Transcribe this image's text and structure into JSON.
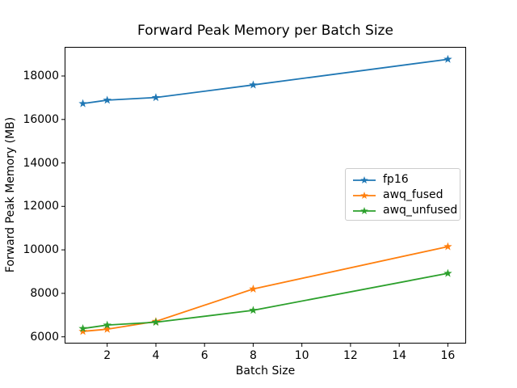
{
  "chart_data": {
    "type": "line",
    "title": "Forward Peak Memory per Batch Size",
    "xlabel": "Batch Size",
    "ylabel": "Forward Peak Memory (MB)",
    "x": [
      1,
      2,
      4,
      8,
      16
    ],
    "series": [
      {
        "name": "fp16",
        "color": "#1f77b4",
        "marker": "star",
        "values": [
          16730,
          16890,
          17010,
          17590,
          18770
        ]
      },
      {
        "name": "awq_fused",
        "color": "#ff7f0e",
        "marker": "star",
        "values": [
          6250,
          6350,
          6710,
          8200,
          10150
        ]
      },
      {
        "name": "awq_unfused",
        "color": "#2ca02c",
        "marker": "star",
        "values": [
          6380,
          6540,
          6670,
          7220,
          8920
        ]
      }
    ],
    "xlim": [
      0.25,
      16.75
    ],
    "ylim": [
      5690,
      19340
    ],
    "xticks": [
      2,
      4,
      6,
      8,
      10,
      12,
      14,
      16
    ],
    "yticks": [
      6000,
      8000,
      10000,
      12000,
      14000,
      16000,
      18000
    ],
    "grid": false,
    "legend_position": "center right",
    "axis_color": "#000000",
    "background": "#ffffff"
  }
}
